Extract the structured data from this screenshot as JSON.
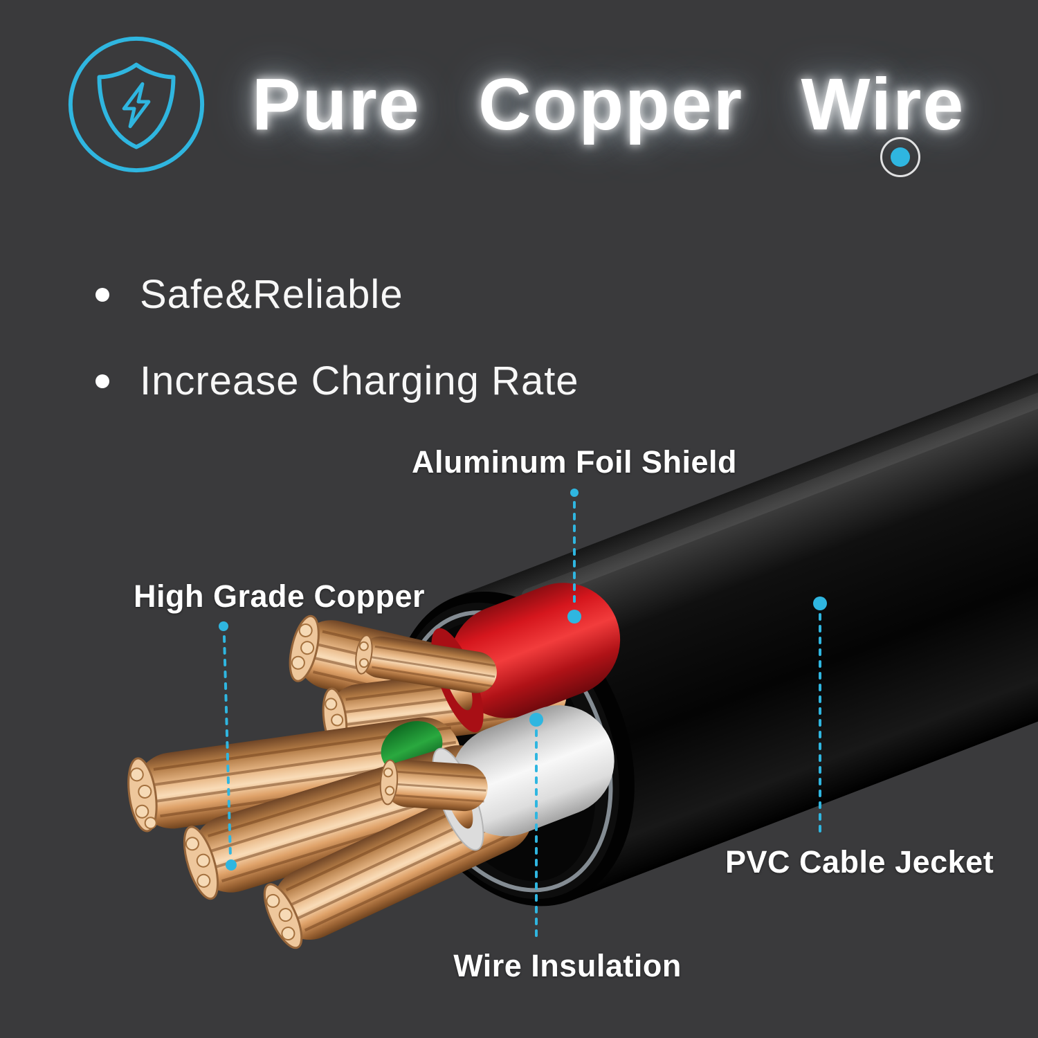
{
  "theme": {
    "background": "#3a3a3c",
    "accent": "#2fb6e0",
    "text_color": "#ffffff",
    "copper_color": "#e8b887",
    "red_wire_color": "#e02228",
    "white_wire_color": "#f2f2f2"
  },
  "header": {
    "title": "Pure Copper Wire",
    "badge_icon": "shield-lightning-icon"
  },
  "features": [
    {
      "label": "Safe&Reliable"
    },
    {
      "label": "Increase Charging Rate"
    }
  ],
  "callouts": [
    {
      "label": "Aluminum Foil Shield"
    },
    {
      "label": "High Grade Copper"
    },
    {
      "label": "PVC Cable Jecket"
    },
    {
      "label": "Wire Insulation"
    }
  ]
}
